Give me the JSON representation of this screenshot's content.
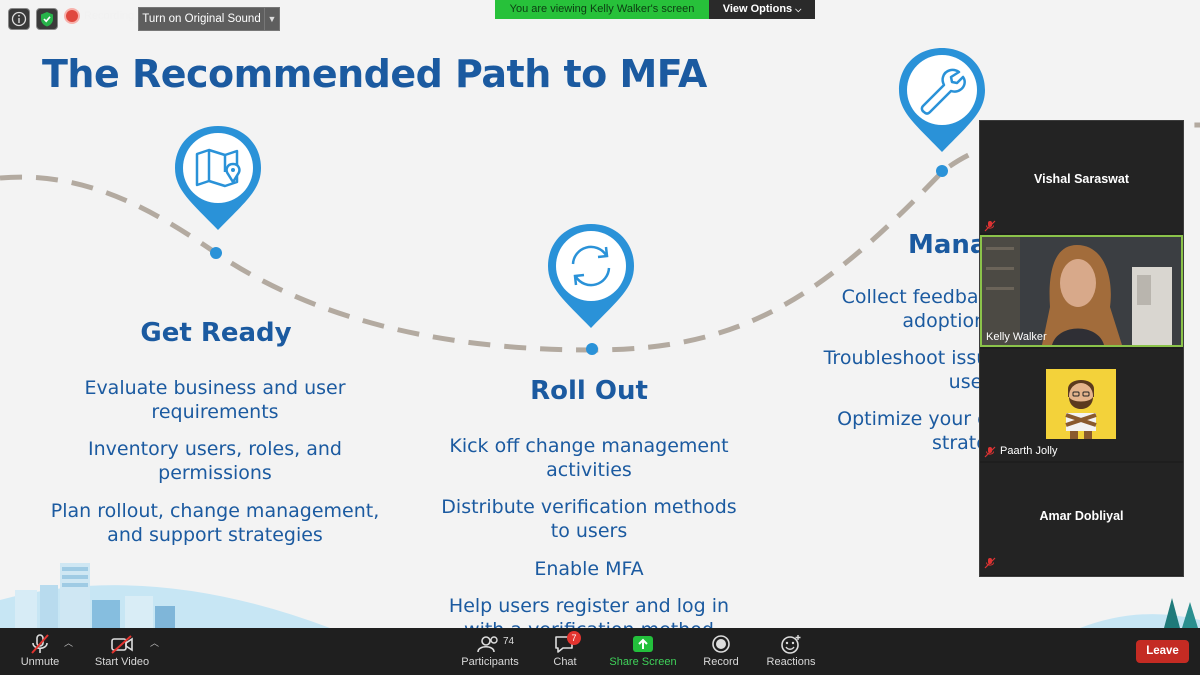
{
  "top_bar": {
    "recording_label": "Recording",
    "sound_button": "Turn on Original Sound",
    "viewing_banner": "You are viewing Kelly Walker's screen",
    "view_options": "View Options"
  },
  "slide": {
    "title": "The Recommended Path to MFA",
    "accent_color": "#1b5aa0",
    "pin_color": "#2a92d8",
    "stages": [
      {
        "name": "Get Ready",
        "icon": "map-pin-icon",
        "items": [
          "Evaluate business and user\nrequirements",
          "Inventory users, roles, and\npermissions",
          "Plan rollout, change management,\nand support strategies"
        ]
      },
      {
        "name": "Roll Out",
        "icon": "refresh-arrows-icon",
        "items": [
          "Kick off change management\nactivities",
          "Distribute verification methods\nto users",
          "Enable MFA",
          "Help users register and log in\nwith a verification method"
        ]
      },
      {
        "name": "Mana",
        "icon": "wrench-icon",
        "items": [
          "Collect feedback\nadoption r",
          "Troubleshoot issue\nusers",
          "Optimize your ov\nstrateg"
        ]
      }
    ]
  },
  "participants": [
    {
      "name": "Vishal Saraswat",
      "muted": true,
      "video": false
    },
    {
      "name": "Kelly Walker",
      "muted": false,
      "video": true
    },
    {
      "name": "Paarth Jolly",
      "muted": true,
      "video": false,
      "avatar": "bearded-cartoon-avatar"
    },
    {
      "name": "Amar Dobliyal",
      "muted": true,
      "video": false
    }
  ],
  "toolbar": {
    "unmute": "Unmute",
    "start_video": "Start Video",
    "participants": "Participants",
    "participants_count": "74",
    "chat": "Chat",
    "chat_badge": "7",
    "share_screen": "Share Screen",
    "record": "Record",
    "reactions": "Reactions",
    "leave": "Leave"
  }
}
